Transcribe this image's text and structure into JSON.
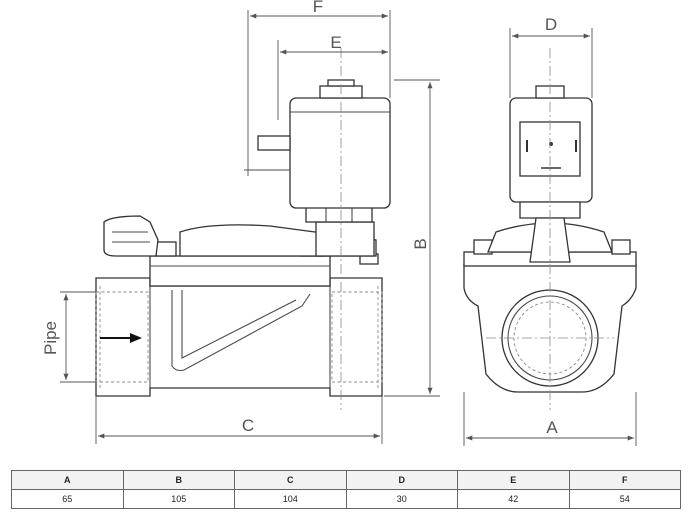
{
  "labels": {
    "F": "F",
    "E": "E",
    "D": "D",
    "B": "B",
    "C": "C",
    "A": "A",
    "pipe": "Pipe"
  },
  "spec_table": {
    "headers": [
      "A",
      "B",
      "C",
      "D",
      "E",
      "F"
    ],
    "values": [
      "65",
      "105",
      "104",
      "30",
      "42",
      "54"
    ]
  }
}
